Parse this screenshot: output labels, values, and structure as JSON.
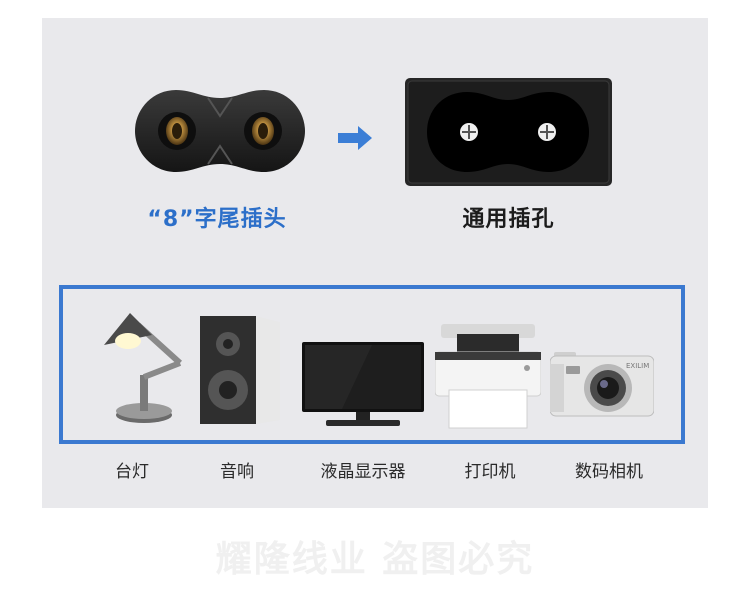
{
  "connector": {
    "plug_caption": "“8”字尾插头",
    "socket_caption": "通用插孔"
  },
  "devices": [
    {
      "label": "台灯",
      "icon": "desk-lamp-icon"
    },
    {
      "label": "音响",
      "icon": "speaker-icon"
    },
    {
      "label": "液晶显示器",
      "icon": "lcd-monitor-icon"
    },
    {
      "label": "打印机",
      "icon": "printer-icon"
    },
    {
      "label": "数码相机",
      "icon": "digital-camera-icon"
    }
  ],
  "camera_brand": "EXILIM",
  "watermark": "耀隆线业  盗图必究",
  "colors": {
    "accent_blue": "#3b79d0",
    "caption_blue": "#2c6fc9",
    "panel_bg": "#e9e9ec"
  }
}
